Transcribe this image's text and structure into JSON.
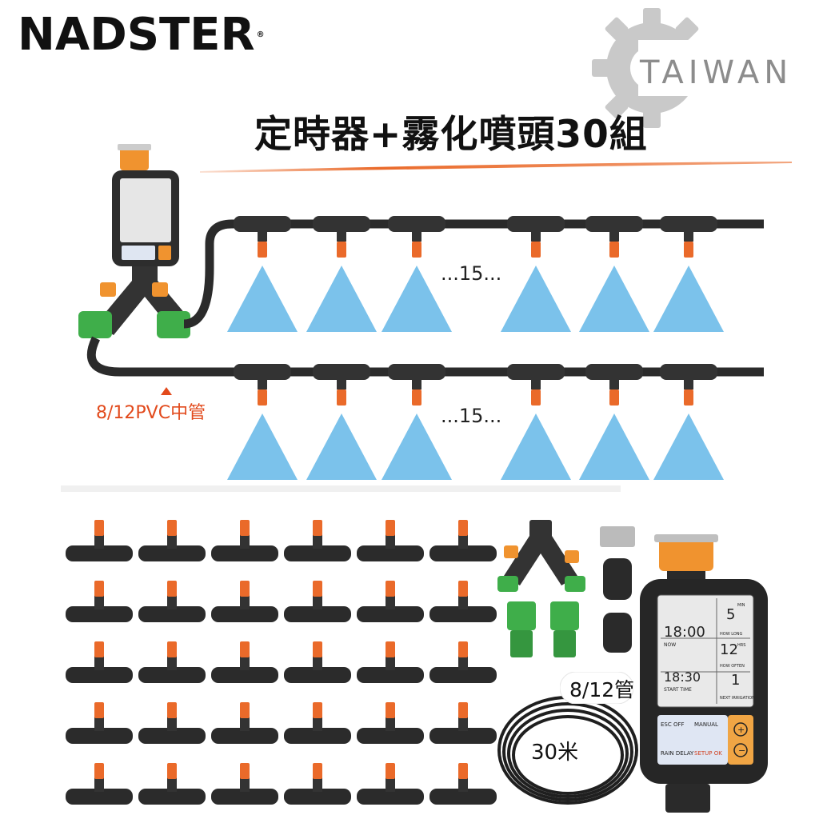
{
  "brand": {
    "name": "NADSTER",
    "mark": "®"
  },
  "badge": {
    "text": "TAIWAN"
  },
  "headline": "定時器+霧化噴頭30組",
  "diagram": {
    "pipe_label": "8/12PVC中管",
    "row1_count": "...15...",
    "row2_count": "...15..."
  },
  "timer_display": {
    "time_now": "18:00",
    "start_time": "18:30",
    "how_long": "5",
    "how_often": "12",
    "next": "1",
    "label_min": "MIN",
    "label_hrs": "HRS",
    "label_now": "NOW",
    "label_how_long": "HOW LONG",
    "label_how_often": "HOW OFTEN",
    "label_start": "START TIME",
    "label_next": "NEXT IRRIGATION",
    "btn_esc": "ESC OFF",
    "btn_manual": "MANUAL",
    "btn_rain": "RAIN DELAY",
    "btn_setup": "SETUP OK"
  },
  "kit": {
    "tube_size": "8/12管",
    "tube_length": "30米",
    "nozzle_count": 30
  },
  "colors": {
    "accent": "#ea6a2a",
    "spray": "#5ab3e6",
    "pipe": "#2b2b2b",
    "connector_green": "#3fae4a"
  }
}
